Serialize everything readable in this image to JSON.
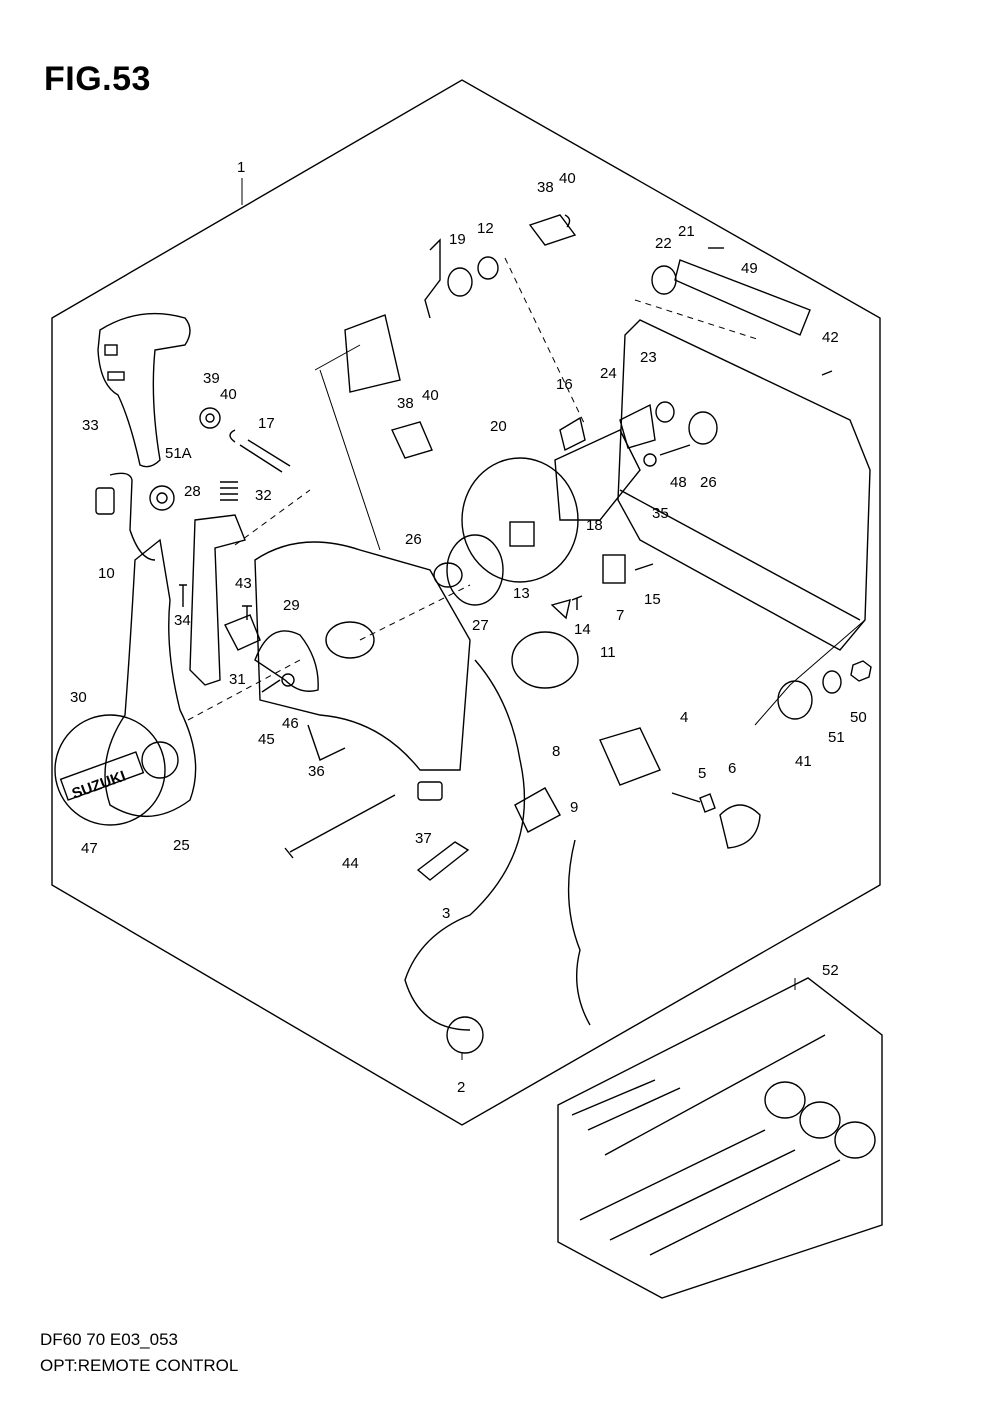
{
  "figure": {
    "title": "FIG.53",
    "model_code": "DF60 70 E03_053",
    "description": "OPT:REMOTE CONTROL",
    "brand_mark": "SUZUKI"
  },
  "callouts": [
    "1",
    "2",
    "3",
    "4",
    "5",
    "6",
    "7",
    "8",
    "9",
    "10",
    "11",
    "12",
    "13",
    "14",
    "15",
    "16",
    "17",
    "18",
    "19",
    "20",
    "21",
    "22",
    "23",
    "24",
    "25",
    "26",
    "26",
    "27",
    "28",
    "29",
    "30",
    "31",
    "32",
    "33",
    "34",
    "35",
    "36",
    "37",
    "38",
    "38",
    "39",
    "40",
    "40",
    "40",
    "41",
    "42",
    "43",
    "44",
    "45",
    "46",
    "47",
    "48",
    "49",
    "50",
    "51",
    "51A",
    "52"
  ]
}
